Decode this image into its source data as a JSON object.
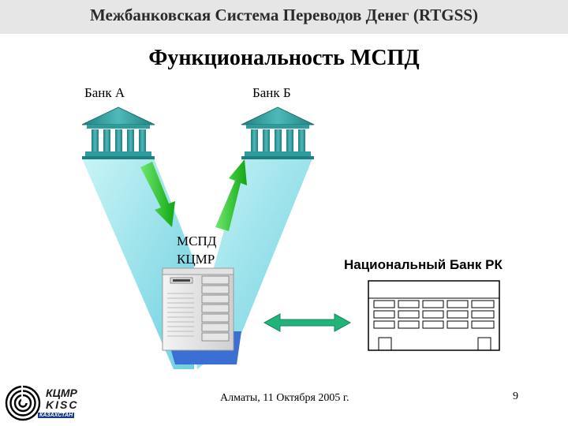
{
  "header": {
    "title": "Межбанковская Система Переводов Денег (RTGSS)"
  },
  "slide": {
    "title": "Функциональность МСПД"
  },
  "diagram": {
    "bank_a_label": "Банк А",
    "bank_b_label": "Банк Б",
    "center_label_line1": "МСПД",
    "center_label_line2": "КЦМР",
    "national_bank_label": "Национальный Банк РК"
  },
  "logo": {
    "line1": "КЦМР",
    "line2": "KISC",
    "line3": "КАЗАХСТАН"
  },
  "footer": {
    "text": "Алматы, 11 Октября 2005 г.",
    "page_number": "9"
  },
  "colors": {
    "header_bg": "#e6e6e6",
    "bank_teal": "#2e9c9c",
    "beam_light": "#c9f2f5",
    "arrow_green": "#29cc29",
    "double_arrow": "#22b37a",
    "server_blue": "#5b84d8"
  }
}
